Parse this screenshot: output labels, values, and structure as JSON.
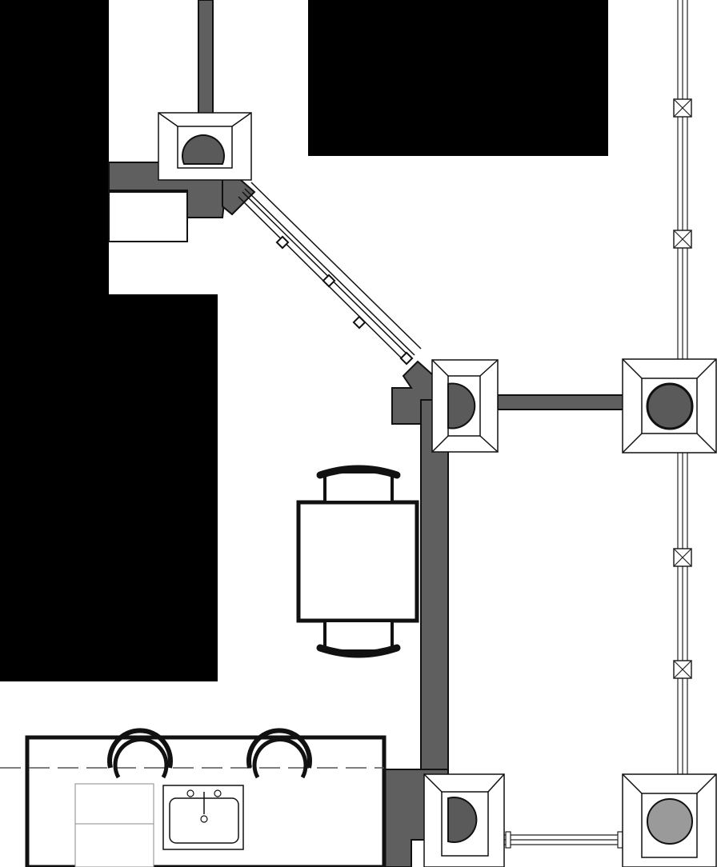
{
  "drawing": {
    "kind": "architectural floor plan (partial)",
    "text_labels": []
  },
  "colors": {
    "background": "#ffffff",
    "wall_fill": "#5f5f5f",
    "line": "#111111",
    "masked_region": "#000000",
    "column_fill": "#5a5a5a",
    "column_fill_light": "#9a9a9a"
  },
  "elements": {
    "columns": [
      "column-1",
      "column-2",
      "column-3",
      "column-4",
      "column-5"
    ],
    "furniture": [
      "dining-table",
      "chair-top",
      "chair-bottom",
      "island-counter",
      "bar-stool-1",
      "bar-stool-2",
      "sink"
    ],
    "openings": [
      "diagonal-window",
      "east-curtain-wall-window",
      "south-window"
    ]
  }
}
